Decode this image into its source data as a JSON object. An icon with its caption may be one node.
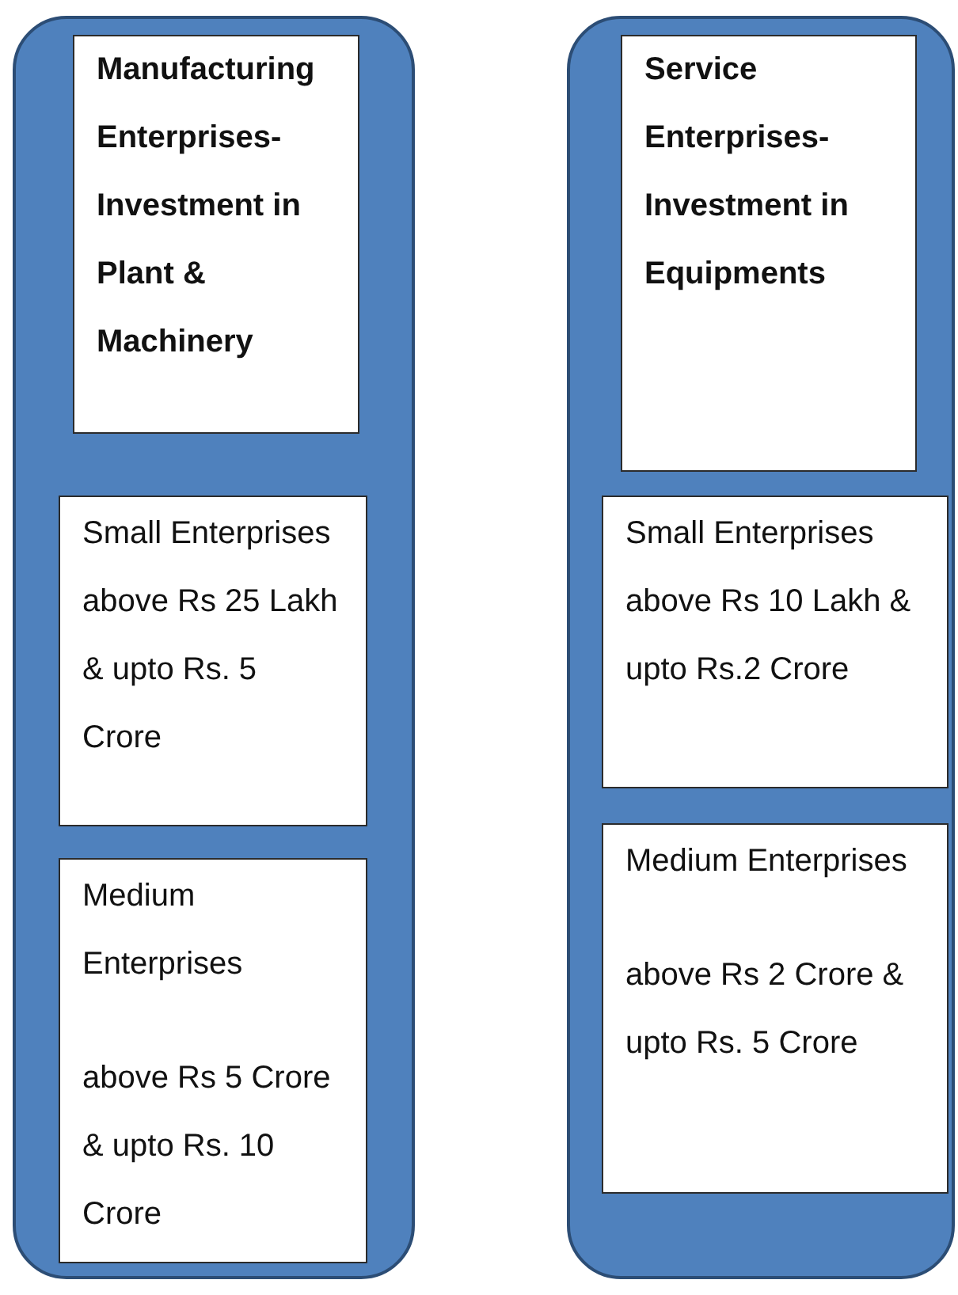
{
  "diagram": {
    "nodes": [
      {
        "text": [],
        "shape": "box"
      },
      {
        "text": [
          "Manufacturing Enterprises- Investment in Plant & Machinery"
        ],
        "in": 0
      },
      {
        "text": [
          "Small Enterprises above Rs 25 Lakh & upto Rs. 5 Crore"
        ],
        "in": 0
      },
      {
        "text": [
          "Medium Enterprises",
          "above Rs 5 Crore & upto Rs. 10 Crore"
        ],
        "in": 0
      },
      {
        "text": [],
        "shape": "box"
      },
      {
        "text": [
          "Service Enterprises- Investment in Equipments"
        ],
        "in": 4
      },
      {
        "text": [
          "Small Enterprises above Rs 10 Lakh & upto Rs.2 Crore"
        ],
        "in": 4
      },
      {
        "text": [
          "Medium Enterprises",
          "above Rs 2 Crore & upto Rs. 5 Crore"
        ],
        "in": 4
      }
    ]
  }
}
